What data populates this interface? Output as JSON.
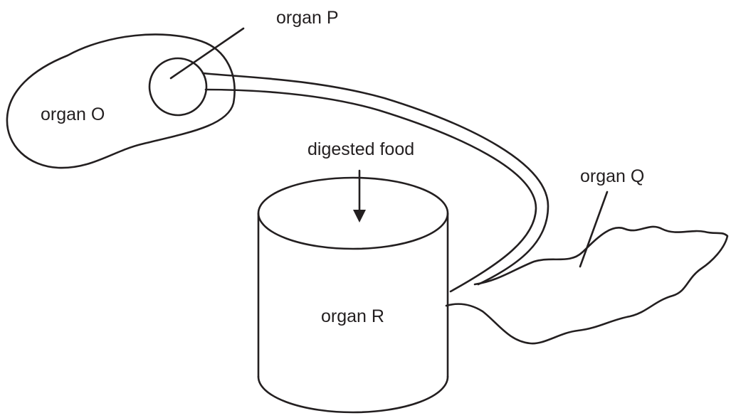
{
  "labels": {
    "organ_p": "organ P",
    "organ_o": "organ O",
    "digested_food": "digested food",
    "organ_q": "organ Q",
    "organ_r": "organ R"
  },
  "colors": {
    "stroke": "#231f20",
    "background": "#ffffff"
  }
}
